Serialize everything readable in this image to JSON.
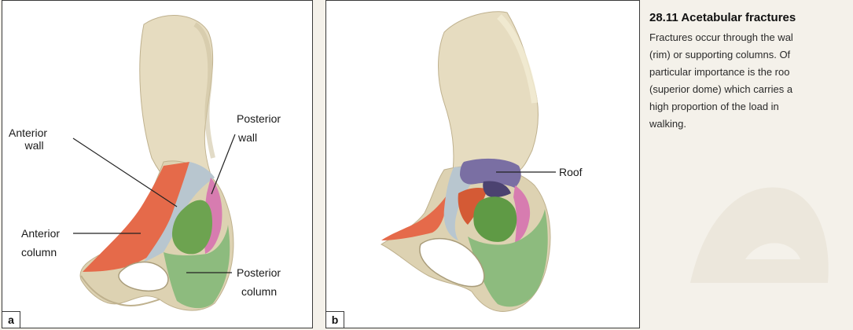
{
  "panel_a": {
    "tag": "a",
    "labels": {
      "anterior_wall": [
        "Anterior",
        "wall"
      ],
      "posterior_wall": [
        "Posterior",
        "wall"
      ],
      "anterior_column": [
        "Anterior",
        "column"
      ],
      "posterior_column": [
        "Posterior",
        "column"
      ]
    }
  },
  "panel_b": {
    "tag": "b",
    "labels": {
      "roof": "Roof"
    }
  },
  "caption": {
    "title": "28.11 Acetabular fractures",
    "lines": [
      "Fractures occur through the wal",
      "(rim) or supporting columns. Of",
      "particular importance is the roo",
      "(superior dome) which carries a",
      "high proportion of the load in",
      "walking."
    ]
  },
  "colors": {
    "bone": "#e6dcc0",
    "bone_shadow": "#cfc3a1",
    "bone_highlight": "#f3ecd3",
    "anterior_column": "#e56a4a",
    "anterior_wall": "#b8c6cf",
    "posterior_wall": "#d77cb0",
    "posterior_column": "#8dbb7e",
    "roof": "#7a6fa3",
    "dark_green": "#5f9a45"
  }
}
